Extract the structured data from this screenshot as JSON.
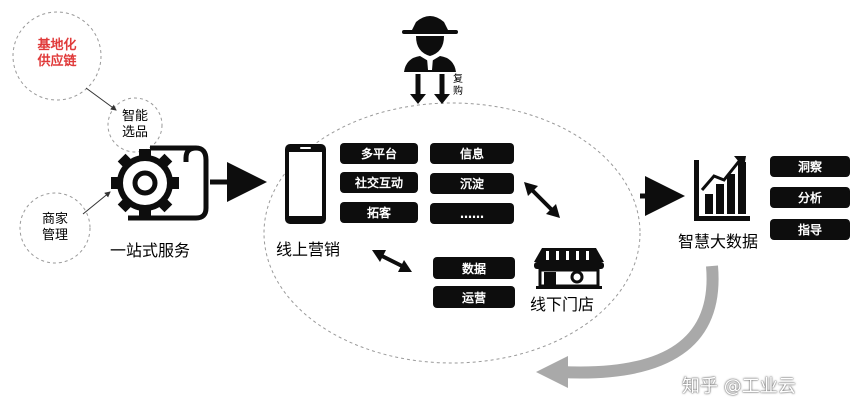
{
  "colors": {
    "accent_red": "#e03a3a",
    "dark": "#0d0d0d",
    "dashed": "#9a9a9a",
    "loop_arrow": "#a9a9a9"
  },
  "circles": {
    "supply_chain": "基地化\n供应链",
    "smart_selection": "智能\n选品",
    "merchant_management": "商家\n管理"
  },
  "one_stop_service": "一站式服务",
  "online_marketing": {
    "label": "线上营销",
    "pills": [
      "多平台",
      "社交互动",
      "拓客"
    ]
  },
  "info_pills": [
    "信息",
    "沉淀",
    "……"
  ],
  "data_ops_pills": [
    "数据",
    "运营"
  ],
  "offline_store": "线下门店",
  "repurchase": "复\n购",
  "smart_big_data": {
    "label": "智慧大数据",
    "pills": [
      "洞察",
      "分析",
      "指导"
    ]
  },
  "watermark": "知乎 @工业云",
  "icons": [
    "user-spy-icon",
    "gear-document-icon",
    "smartphone-icon",
    "storefront-icon",
    "bar-chart-icon"
  ]
}
